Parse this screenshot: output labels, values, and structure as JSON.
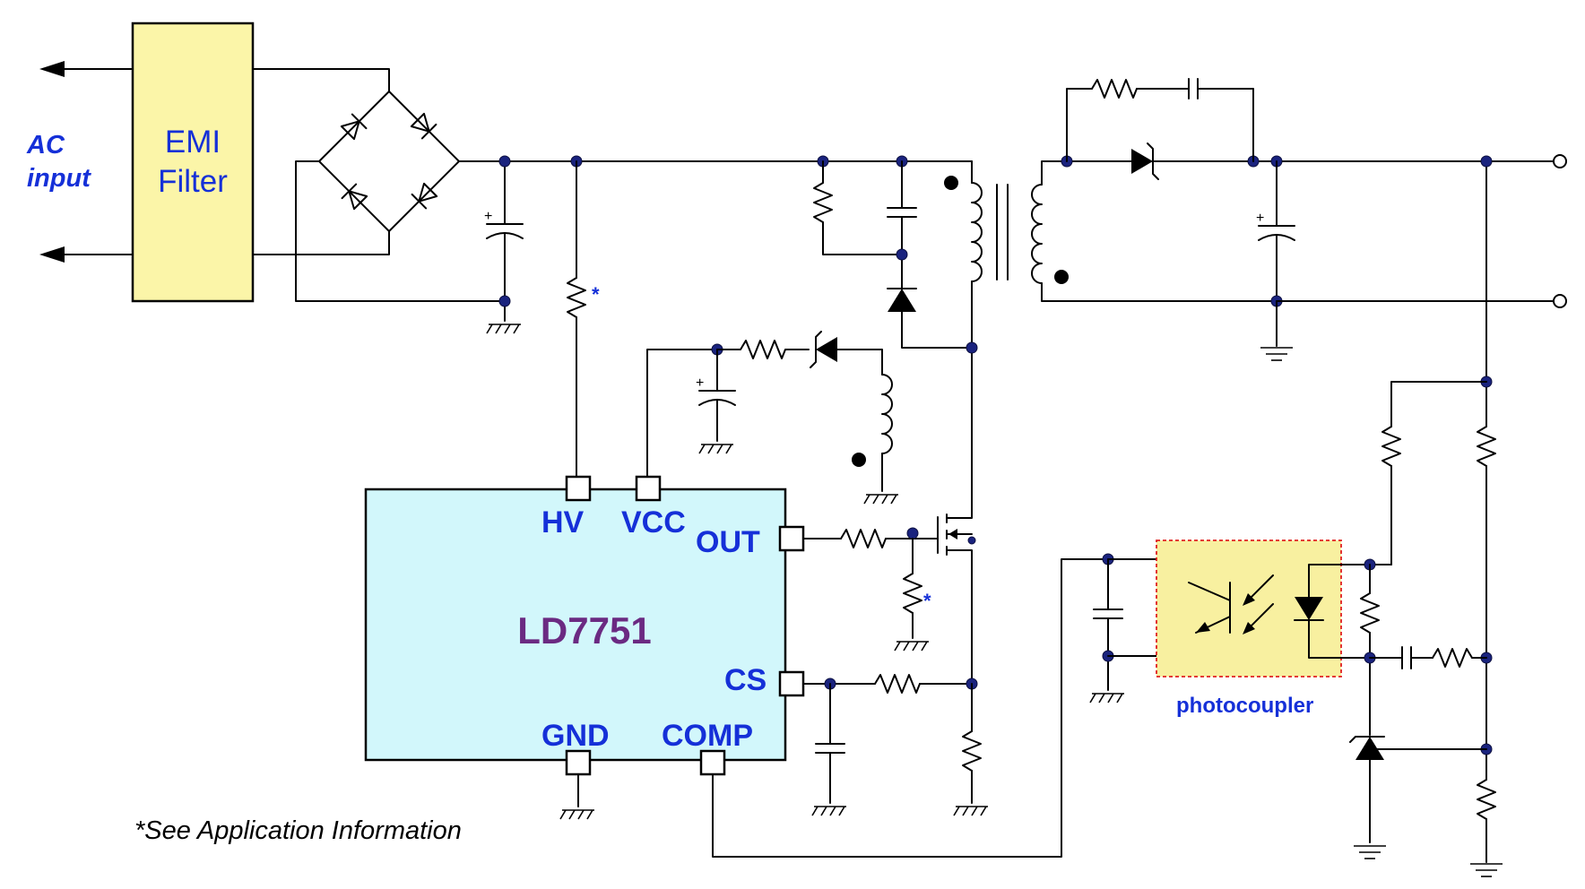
{
  "labels": {
    "ac_input_line1": "AC",
    "ac_input_line2": "input",
    "emi_line1": "EMI",
    "emi_line2": "Filter",
    "ic_name": "LD7751",
    "pin_hv": "HV",
    "pin_vcc": "VCC",
    "pin_out": "OUT",
    "pin_cs": "CS",
    "pin_gnd": "GND",
    "pin_comp": "COMP",
    "photocoupler": "photocoupler",
    "footnote": "*See Application Information",
    "asterisk": "*"
  },
  "colors": {
    "emi_fill": "#fbf5a8",
    "ic_fill": "#d2f7fb",
    "ic_name": "#6b2a82",
    "pin_label": "#1530d8",
    "photocoupler_fill": "#f8f0a0",
    "photocoupler_border": "#e02020",
    "node": "#1a237e"
  }
}
